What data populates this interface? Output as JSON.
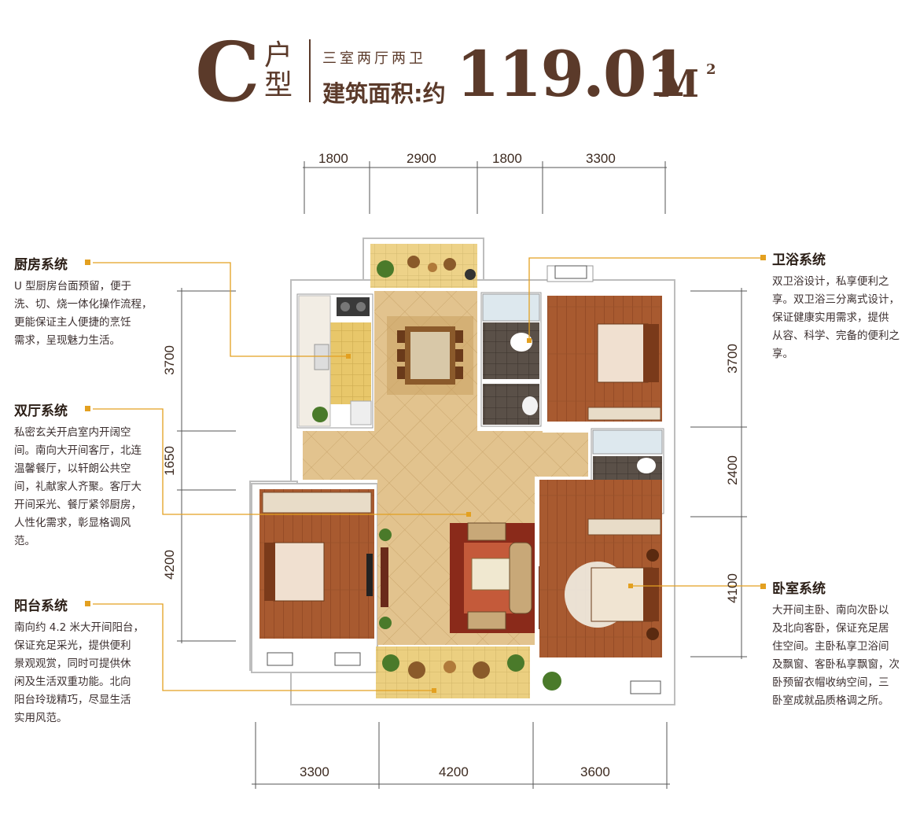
{
  "header": {
    "type_letter": "C",
    "type_char1": "户",
    "type_char2": "型",
    "rooms": "三室两厅两卫",
    "area_label": "建筑面积:约",
    "area_value": "119.01",
    "area_unit": "M",
    "area_sup": "2"
  },
  "dimensions": {
    "top": [
      "1800",
      "2900",
      "1800",
      "3300"
    ],
    "bottom": [
      "3300",
      "4200",
      "3600"
    ],
    "left": [
      "3700",
      "1650",
      "4200"
    ],
    "right": [
      "3700",
      "2400",
      "4100"
    ]
  },
  "sections": {
    "kitchen": {
      "title": "厨房系统",
      "lines": [
        "U 型厨房台面预留，便于",
        "洗、切、烧一体化操作流程，",
        "更能保证主人便捷的烹饪",
        "需求，呈现魅力生活。"
      ]
    },
    "living": {
      "title": "双厅系统",
      "lines": [
        "私密玄关开启室内开阔空",
        "间。南向大开间客厅，北连",
        "温馨餐厅，以轩朗公共空",
        "间，礼献家人齐聚。客厅大",
        "开间采光、餐厅紧邻厨房，",
        "人性化需求，彰显格调风",
        "范。"
      ]
    },
    "balcony": {
      "title": "阳台系统",
      "lines": [
        "南向约 4.2 米大开间阳台，",
        "保证充足采光，提供便利",
        "景观观赏，同时可提供休",
        "闲及生活双重功能。北向",
        "阳台玲珑精巧，尽显生活",
        "实用风范。"
      ]
    },
    "bathroom": {
      "title": "卫浴系统",
      "lines": [
        "双卫浴设计，私享便利之",
        "享。双卫浴三分离式设计，",
        "保证健康实用需求，提供",
        "从容、科学、完备的便利之",
        "享。"
      ]
    },
    "bedroom": {
      "title": "卧室系统",
      "lines": [
        "大开间主卧、南向次卧以",
        "及北向客卧，保证充足居",
        "住空间。主卧私享卫浴间",
        "及飘窗、客卧私享飘窗，次",
        "卧预留衣帽收纳空间，三",
        "卧室成就品质格调之所。"
      ]
    }
  },
  "colors": {
    "brand_brown": "#5b3a2a",
    "accent_orange": "#e3a020",
    "floor_tile": "#e0c08a",
    "wood_floor": "#a8562e",
    "wall": "#ffffff"
  }
}
